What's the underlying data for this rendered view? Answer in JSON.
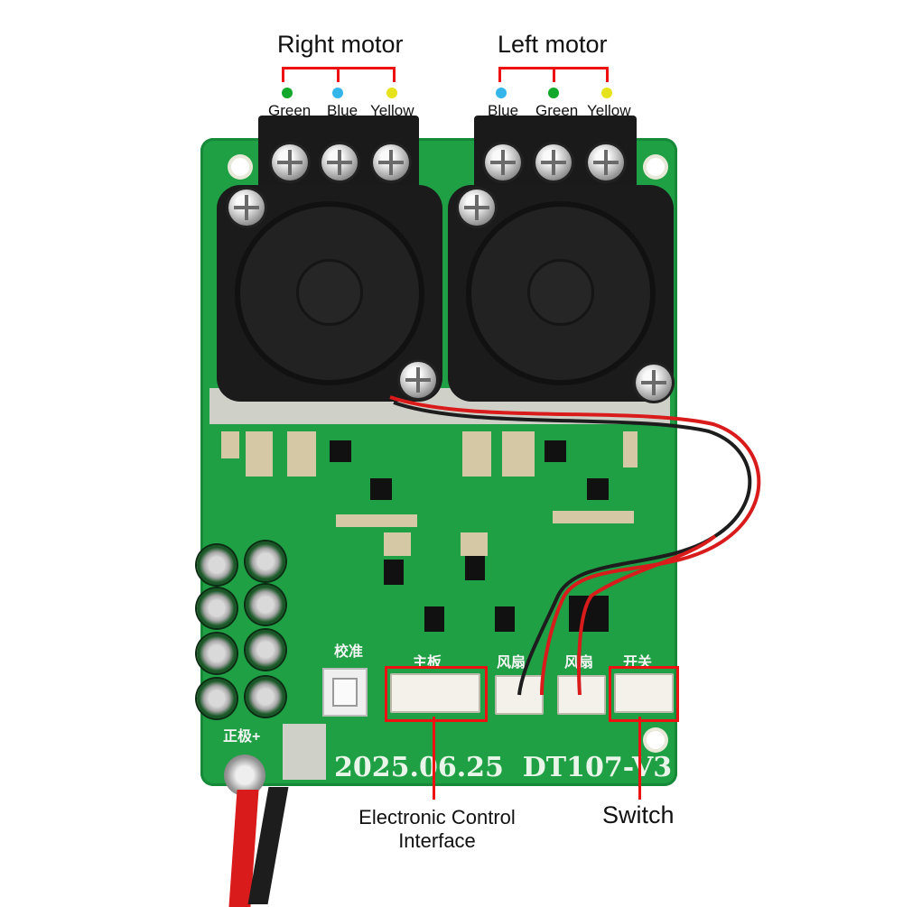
{
  "callouts": {
    "right_motor": "Right motor",
    "left_motor": "Left motor",
    "electronic_control": [
      "Electronic Control",
      "Interface"
    ],
    "switch": "Switch"
  },
  "right_motor_wires": [
    {
      "label": "Green",
      "color": "#12a82b"
    },
    {
      "label": "Blue",
      "color": "#35b6ea"
    },
    {
      "label": "Yellow",
      "color": "#e6e21b"
    }
  ],
  "left_motor_wires": [
    {
      "label": "Blue",
      "color": "#35b6ea"
    },
    {
      "label": "Green",
      "color": "#12a82b"
    },
    {
      "label": "Yellow",
      "color": "#e6e21b"
    }
  ],
  "board": {
    "marking": "2025.06.25  DT107-V3",
    "silkscreen": {
      "calibrate": "校准",
      "mainboard": "主板",
      "fan1": "风扇",
      "fan2": "风扇",
      "switch": "开关",
      "positive": "正极+"
    },
    "colors": {
      "pcb": "#1fa045",
      "highlight": "#e11111"
    }
  }
}
